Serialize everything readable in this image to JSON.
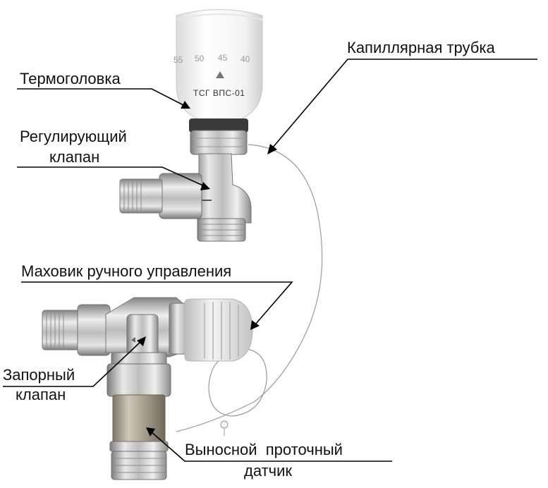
{
  "labels": {
    "capillary": "Капиллярная трубка",
    "thermohead": "Термоголовка",
    "regulating_l1": "Регулирующий",
    "regulating_l2": "клапан",
    "handwheel": "Маховик ручного управления",
    "shutoff_l1": "Запорный",
    "shutoff_l2": "клапан",
    "sensor_l1": "Выносной  проточный",
    "sensor_l2": "датчик"
  },
  "dial": {
    "scale": [
      "55",
      "50",
      "45",
      "40"
    ],
    "brand": "ТСГ ВПС-01"
  },
  "colors": {
    "text": "#111111",
    "leader": "#000000",
    "head_white": "#f3f3f3",
    "chrome_light": "#e2e2e2",
    "chrome_dark": "#8a8a8a",
    "capillary": "#9b9b9b"
  }
}
